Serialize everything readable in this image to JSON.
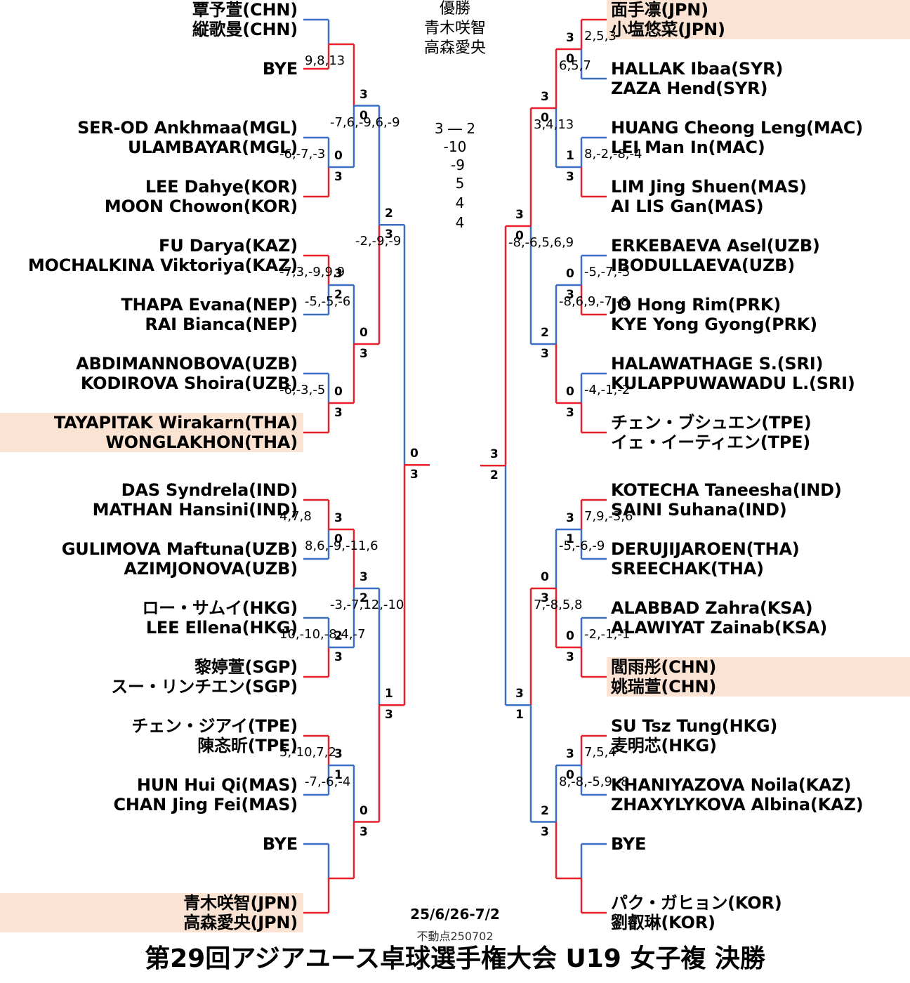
{
  "title": "第29回アジアユース卓球選手権大会 U19 女子複 決勝",
  "date": "25/6/26-7/2",
  "note": "不動点250702",
  "champion": {
    "label": "優勝",
    "players": [
      "青木咲智",
      "高森愛央"
    ]
  },
  "final_score": {
    "result": "3 ― 2",
    "games": [
      "-10",
      "-9",
      "5",
      "4",
      "4"
    ]
  },
  "colors": {
    "winner_line": "#e8202a",
    "loser_line": "#3a6fc4",
    "highlight": "#fbe3d3"
  },
  "left": {
    "teams": [
      {
        "p1": "覃予萱(CHN)",
        "p2": "縦歌曼(CHN)",
        "highlight": false
      },
      {
        "p1": "BYE",
        "p2": "",
        "highlight": false
      },
      {
        "p1": "SER-OD Ankhmaa(MGL)",
        "p2": "ULAMBAYAR(MGL)",
        "highlight": false
      },
      {
        "p1": "LEE Dahye(KOR)",
        "p2": "MOON Chowon(KOR)",
        "highlight": false
      },
      {
        "p1": "FU Darya(KAZ)",
        "p2": "MOCHALKINA Viktoriya(KAZ)",
        "highlight": false
      },
      {
        "p1": "THAPA Evana(NEP)",
        "p2": "RAI Bianca(NEP)",
        "highlight": false
      },
      {
        "p1": "ABDIMANNOBOVA(UZB)",
        "p2": "KODIROVA Shoira(UZB)",
        "highlight": false
      },
      {
        "p1": "TAYAPITAK Wirakarn(THA)",
        "p2": "WONGLAKHON(THA)",
        "highlight": true
      },
      {
        "p1": "DAS Syndrela(IND)",
        "p2": "MATHAN Hansini(IND)",
        "highlight": false
      },
      {
        "p1": "GULIMOVA Maftuna(UZB)",
        "p2": "AZIMJONOVA(UZB)",
        "highlight": false
      },
      {
        "p1": "ロー・サムイ(HKG)",
        "p2": "LEE Ellena(HKG)",
        "highlight": false
      },
      {
        "p1": "黎婷萱(SGP)",
        "p2": "スー・リンチエン(SGP)",
        "highlight": false
      },
      {
        "p1": "チェン・ジアイ(TPE)",
        "p2": "陳忞昕(TPE)",
        "highlight": false
      },
      {
        "p1": "HUN Hui Qi(MAS)",
        "p2": "CHAN Jing Fei(MAS)",
        "highlight": false
      },
      {
        "p1": "BYE",
        "p2": "",
        "highlight": false
      },
      {
        "p1": "青木咲智(JPN)",
        "p2": "高森愛央(JPN)",
        "highlight": true
      }
    ],
    "r1": [
      {
        "games": "",
        "s": [
          "",
          ""
        ]
      },
      {
        "games": "-6,-7,-3",
        "s": [
          "0",
          "3"
        ]
      },
      {
        "games": "-7,3,-9,9,9",
        "s": [
          "3",
          "2"
        ]
      },
      {
        "games": "-6,-3,-5",
        "s": [
          "0",
          "3"
        ]
      },
      {
        "games": "4,7,8",
        "s": [
          "3",
          "0"
        ]
      },
      {
        "games": "10,-10,-8,4,-7",
        "s": [
          "2",
          "3"
        ]
      },
      {
        "games": "5,-10,7,2",
        "s": [
          "3",
          "1"
        ]
      },
      {
        "games": "",
        "s": [
          "",
          ""
        ]
      }
    ],
    "r2": [
      {
        "games": "9,8,13",
        "s": [
          "3",
          "0"
        ]
      },
      {
        "games": "-5,-5,-6",
        "s": [
          "0",
          "3"
        ]
      },
      {
        "games": "8,6,-9,-11,6",
        "s": [
          "3",
          "2"
        ]
      },
      {
        "games": "-7,-6,-4",
        "s": [
          "0",
          "3"
        ]
      }
    ],
    "r3": [
      {
        "games": "-7,6,-9,6,-9",
        "s": [
          "2",
          "3"
        ]
      },
      {
        "games": "-3,-7,12,-10",
        "s": [
          "1",
          "3"
        ]
      }
    ],
    "r4": [
      {
        "games": "-2,-9,-9",
        "s": [
          "0",
          "3"
        ]
      }
    ]
  },
  "right": {
    "teams": [
      {
        "p1": "面手凛(JPN)",
        "p2": "小塩悠菜(JPN)",
        "highlight": true
      },
      {
        "p1": "HALLAK Ibaa(SYR)",
        "p2": "ZAZA Hend(SYR)",
        "highlight": false
      },
      {
        "p1": "HUANG Cheong Leng(MAC)",
        "p2": "LEI Man In(MAC)",
        "highlight": false
      },
      {
        "p1": "LIM Jing Shuen(MAS)",
        "p2": "AI LIS Gan(MAS)",
        "highlight": false
      },
      {
        "p1": "ERKEBAEVA Asel(UZB)",
        "p2": "IBODULLAEVA(UZB)",
        "highlight": false
      },
      {
        "p1": "JO Hong Rim(PRK)",
        "p2": "KYE Yong Gyong(PRK)",
        "highlight": false
      },
      {
        "p1": "HALAWATHAGE S.(SRI)",
        "p2": "KULAPPUWAWADU L.(SRI)",
        "highlight": false
      },
      {
        "p1": "チェン・ブシュエン(TPE)",
        "p2": "イェ・イーティエン(TPE)",
        "highlight": false
      },
      {
        "p1": "KOTECHA Taneesha(IND)",
        "p2": "SAINI Suhana(IND)",
        "highlight": false
      },
      {
        "p1": "DERUJIJAROEN(THA)",
        "p2": "SREECHAK(THA)",
        "highlight": false
      },
      {
        "p1": "ALABBAD Zahra(KSA)",
        "p2": "ALAWIYAT Zainab(KSA)",
        "highlight": false
      },
      {
        "p1": "閻雨彤(CHN)",
        "p2": "姚瑞萱(CHN)",
        "highlight": true
      },
      {
        "p1": "SU Tsz Tung(HKG)",
        "p2": "麦明芯(HKG)",
        "highlight": false
      },
      {
        "p1": "KHANIYAZOVA Noila(KAZ)",
        "p2": "ZHAXYLYKOVA Albina(KAZ)",
        "highlight": false
      },
      {
        "p1": "BYE",
        "p2": "",
        "highlight": false
      },
      {
        "p1": "パク・ガヒョン(KOR)",
        "p2": "劉叡琳(KOR)",
        "highlight": false
      }
    ],
    "r1": [
      {
        "games": "2,5,3",
        "s": [
          "3",
          "0"
        ]
      },
      {
        "games": "8,-2,-8,-4",
        "s": [
          "1",
          "3"
        ]
      },
      {
        "games": "-5,-7,-5",
        "s": [
          "0",
          "3"
        ]
      },
      {
        "games": "-4,-1,-2",
        "s": [
          "0",
          "3"
        ]
      },
      {
        "games": "7,9,-3,6",
        "s": [
          "3",
          "1"
        ]
      },
      {
        "games": "-2,-1,-1",
        "s": [
          "0",
          "3"
        ]
      },
      {
        "games": "7,5,4",
        "s": [
          "3",
          "0"
        ]
      },
      {
        "games": "",
        "s": [
          "",
          ""
        ]
      }
    ],
    "r2": [
      {
        "games": "6,5,7",
        "s": [
          "3",
          "0"
        ]
      },
      {
        "games": "-8,6,9,-7,-8",
        "s": [
          "2",
          "3"
        ]
      },
      {
        "games": "-5,-6,-9",
        "s": [
          "0",
          "3"
        ]
      },
      {
        "games": "8,-8,-5,9,-8",
        "s": [
          "2",
          "3"
        ]
      }
    ],
    "r3": [
      {
        "games": "3,4,13",
        "s": [
          "3",
          "0"
        ]
      },
      {
        "games": "7,-8,5,8",
        "s": [
          "3",
          "1"
        ]
      }
    ],
    "r4": [
      {
        "games": "-8,-6,5,6,9",
        "s": [
          "3",
          "2"
        ]
      }
    ]
  }
}
